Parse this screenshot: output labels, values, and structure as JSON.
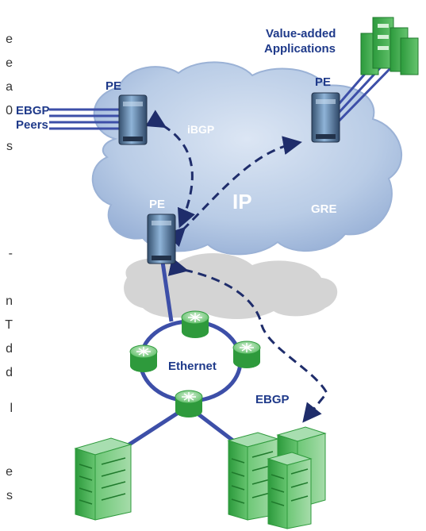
{
  "labels": {
    "value_added_line1": "Value-added",
    "value_added_line2": "Applications",
    "pe_left": "PE",
    "pe_right": "PE",
    "pe_center": "PE",
    "ebgp_peers_line1": "EBGP",
    "ebgp_peers_line2": "Peers",
    "ibgp": "iBGP",
    "ip": "IP",
    "gre": "GRE",
    "ethernet": "Ethernet",
    "ebgp_bottom": "EBGP"
  },
  "cropped_text_fragments": [
    "e",
    "e",
    "a",
    "0",
    "s",
    "-",
    "n",
    "T",
    "d",
    "d",
    "l",
    "e",
    "s"
  ],
  "colors": {
    "cloud_fill": "#b7cbe6",
    "cloud_shadow": "#d9d9d9",
    "label_blue": "#1f3a8a",
    "link_blue": "#3d4fa8",
    "dashed_arrow": "#1f2d6b",
    "router_green": "#3faa4a",
    "building_green": "#41b34f"
  },
  "icons": [
    "router-device-icon",
    "ethernet-router-icon",
    "building-icon",
    "server-stack-icon"
  ]
}
